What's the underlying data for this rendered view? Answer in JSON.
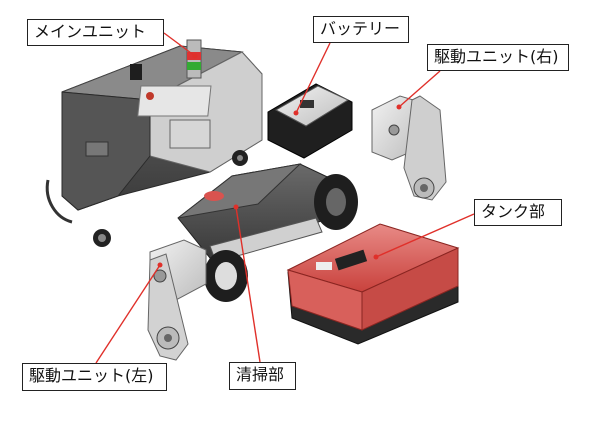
{
  "labels": {
    "main_unit": "メインユニット",
    "battery": "バッテリー",
    "drive_unit_right": "駆動ユニット(右)",
    "tank": "タンク部",
    "drive_unit_left": "駆動ユニット(左)",
    "cleaning": "清掃部"
  },
  "colors": {
    "body_dark": "#4a4a4a",
    "body_light": "#d8d8d8",
    "tank_red": "#d9534f",
    "callout_line": "#e0302a"
  }
}
